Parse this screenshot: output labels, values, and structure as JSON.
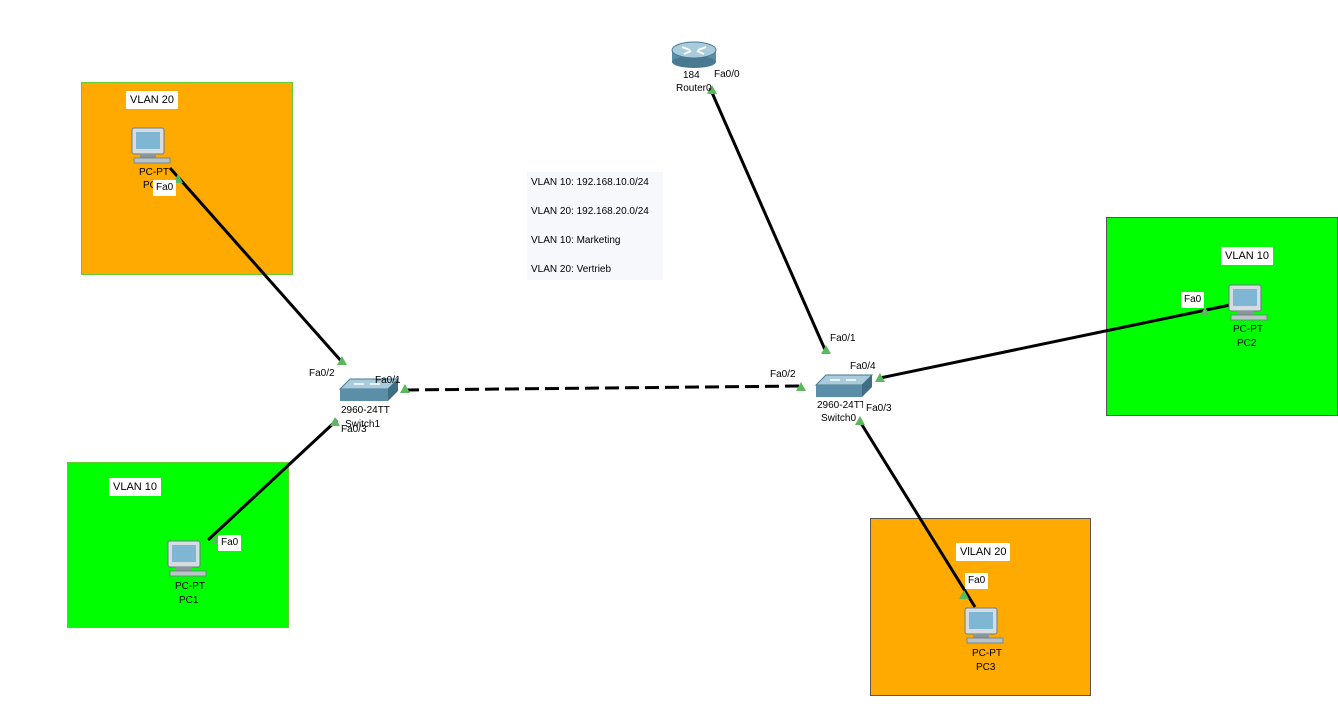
{
  "colors": {
    "vlan10_fill": "#00ff00",
    "vlan10_border": "#66cc33",
    "vlan20_fill": "#ffaa00",
    "vlan20_border": "#555555",
    "link": "#000000",
    "port_up": "#5cb85c"
  },
  "zones": {
    "vlan20_topleft": "VLAN 20",
    "vlan10_bottomleft": "VLAN 10",
    "vlan10_right": "VLAN 10",
    "vlan20_bottomright": "VlLAN 20"
  },
  "note": {
    "line1": "VLAN 10: 192.168.10.0/24",
    "line2": "VLAN 20: 192.168.20.0/24",
    "line3": "VLAN 10: Marketing",
    "line4": "VLAN 20: Vertrieb"
  },
  "devices": {
    "router": {
      "model": "184",
      "name": "Router0",
      "icon": "router-icon"
    },
    "switch_left": {
      "model": "2960-24TT",
      "name": "Switch1",
      "icon": "switch-icon"
    },
    "switch_right": {
      "model": "2960-24TT",
      "name": "Switch0",
      "icon": "switch-icon"
    },
    "pc0": {
      "model": "PC-PT",
      "name": "PC0",
      "icon": "pc-icon"
    },
    "pc1": {
      "model": "PC-PT",
      "name": "PC1",
      "icon": "pc-icon"
    },
    "pc2": {
      "model": "PC-PT",
      "name": "PC2",
      "icon": "pc-icon"
    },
    "pc3": {
      "model": "PC-PT",
      "name": "PC3",
      "icon": "pc-icon"
    }
  },
  "ports": {
    "router_fa00": "Fa0/0",
    "swr_fa01": "Fa0/1",
    "swr_fa02": "Fa0/2",
    "swr_fa03": "Fa0/3",
    "swr_fa04": "Fa0/4",
    "swl_fa01": "Fa0/1",
    "swl_fa02": "Fa0/2",
    "swl_fa03": "Fa0/3",
    "pc0_fa0": "Fa0",
    "pc1_fa0": "Fa0",
    "pc2_fa0": "Fa0",
    "pc3_fa0": "Fa0"
  }
}
